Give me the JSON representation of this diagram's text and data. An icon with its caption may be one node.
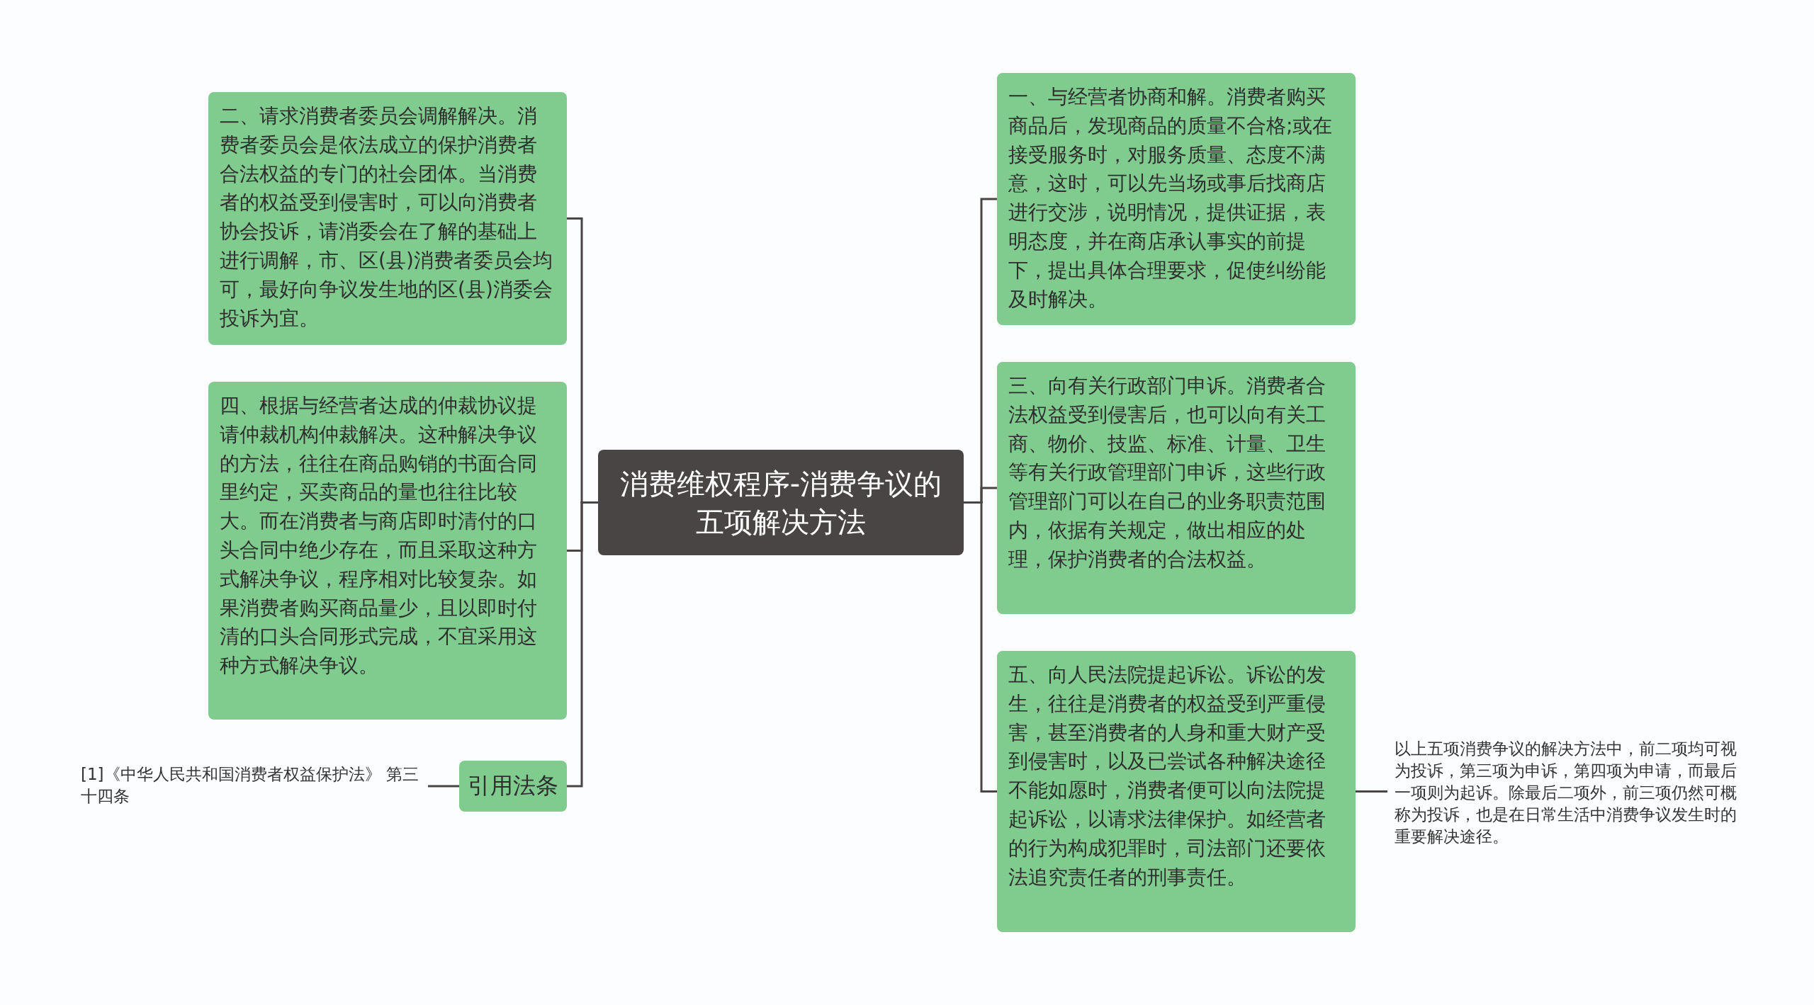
{
  "diagram": {
    "nodes": [
      {
        "text": [
          "消费维权程序-消费争议的五项解决方法"
        ]
      },
      {
        "text": [
          "二、请求消费者委员会调解解决。消费者委员会是依法成立的保护消费者合法权益的专门的社会团体。当消费者的权益受到侵害时，可以向消费者协会投诉，请消委会在了解的基础上进行调解，市、区(县)消费者委员会均可，最好向争议发生地的区(县)消委会投诉为宜。"
        ]
      },
      {
        "text": [
          "四、根据与经营者达成的仲裁协议提请仲裁机构仲裁解决。这种解决争议的方法，往往在商品购销的书面合同里约定，买卖商品的量也往往比较大。而在消费者与商店即时清付的口头合同中绝少存在，而且采取这种方式解决争议，程序相对比较复杂。如果消费者购买商品量少，且以即时付清的口头合同形式完成，不宜采用这种方式解决争议。"
        ]
      },
      {
        "text": [
          "引用法条"
        ]
      },
      {
        "text": [
          "[1]《中华人民共和国消费者权益保护法》 第三十四条"
        ]
      },
      {
        "text": [
          "一、与经营者协商和解。消费者购买商品后，发现商品的质量不合格;或在接受服务时，对服务质量、态度不满意，这时，可以先当场或事后找商店进行交涉，说明情况，提供证据，表明态度，并在商店承认事实的前提下，提出具体合理要求，促使纠纷能及时解决。"
        ]
      },
      {
        "text": [
          "三、向有关行政部门申诉。消费者合法权益受到侵害后，也可以向有关工商、物价、技监、标准、计量、卫生等有关行政管理部门申诉，这些行政管理部门可以在自己的业务职责范围内，依据有关规定，做出相应的处理，保护消费者的合法权益。"
        ]
      },
      {
        "text": [
          "五、向人民法院提起诉讼。诉讼的发生，往往是消费者的权益受到严重侵害，甚至消费者的人身和重大财产受到侵害时，以及已尝试各种解决途径不能如愿时，消费者便可以向法院提起诉讼，以请求法律保护。如经营者的行为构成犯罪时，司法部门还要依法追究责任者的刑事责任。"
        ]
      },
      {
        "text": [
          "以上五项消费争议的解决方法中，前二项均可视为投诉，第三项为申诉，第四项为申请，而最后一项则为起诉。除最后二项外，前三项仍然可概称为投诉，也是在日常生活中消费争议发生时的重要解决途径。"
        ]
      }
    ],
    "edges": [
      {
        "from": 0,
        "to": 1,
        "arrow": "none"
      },
      {
        "from": 0,
        "to": 2,
        "arrow": "none"
      },
      {
        "from": 0,
        "to": 3,
        "arrow": "none"
      },
      {
        "from": 3,
        "to": 4,
        "arrow": "none"
      },
      {
        "from": 0,
        "to": 5,
        "arrow": "none"
      },
      {
        "from": 0,
        "to": 6,
        "arrow": "none"
      },
      {
        "from": 0,
        "to": 7,
        "arrow": "none"
      },
      {
        "from": 7,
        "to": 8,
        "arrow": "none"
      }
    ]
  }
}
